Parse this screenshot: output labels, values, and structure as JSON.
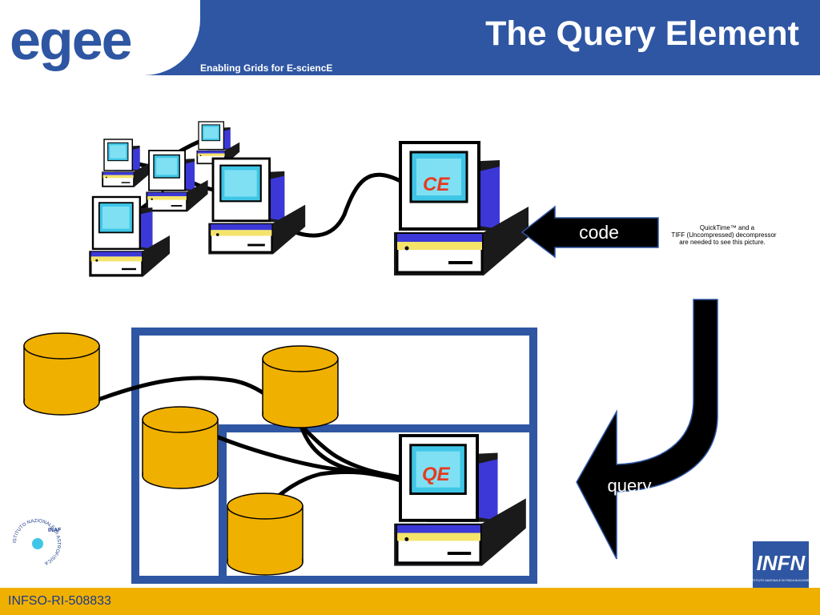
{
  "header": {
    "logo_text": "egee",
    "title": "The Query Element",
    "tagline": "Enabling Grids for E-sciencE"
  },
  "diagram": {
    "ce_label": "CE",
    "qe_label": "QE",
    "code_label": "code",
    "query_label": "query",
    "placeholder_lines": [
      "QuickTime™ and a",
      "TIFF (Uncompressed) decompressor",
      "are needed to see this picture."
    ]
  },
  "logos": {
    "inaf_text": "ISTITUTO NAZIONALE DI ASTROFISICA",
    "inaf_abbr": "INAF",
    "infn_text": "INFN",
    "infn_sub": "ISTITUTO NAZIONALE DI FISICA NUCLEARE"
  },
  "footer": {
    "code": "INFSO-RI-508833"
  },
  "colors": {
    "header_blue": "#2e56a2",
    "footer_gold": "#f0b000",
    "cylinder_gold": "#f0b000",
    "box_blue": "#2e56a2",
    "screen_cyan": "#3fc6e6",
    "side_purple": "#3c38d8",
    "label_red": "#e83a1e"
  }
}
